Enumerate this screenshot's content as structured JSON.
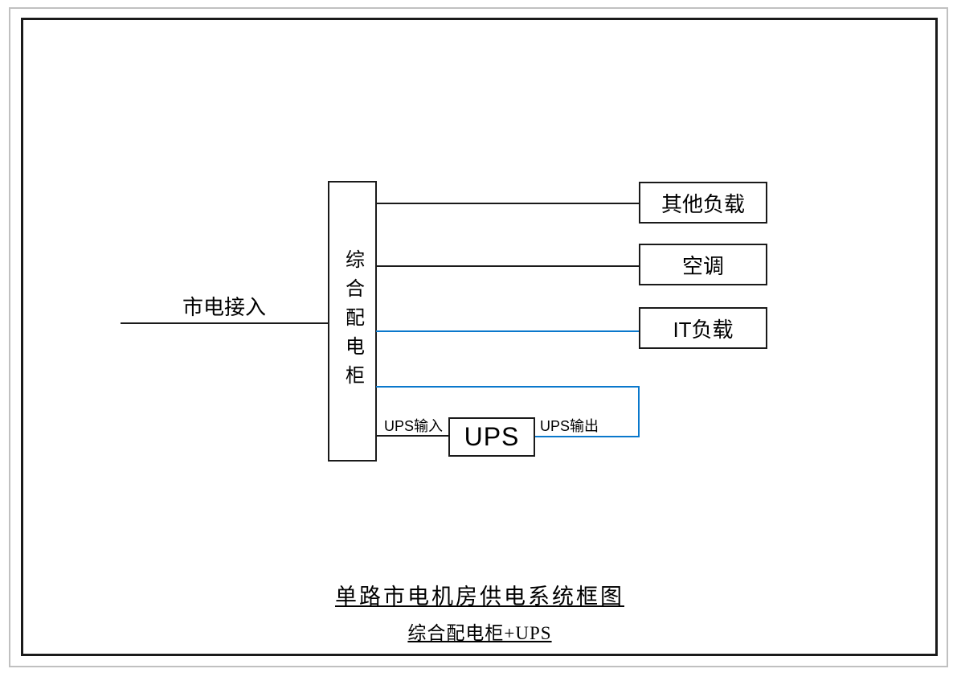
{
  "diagram": {
    "mains_label": "市电接入",
    "cabinet_label": "综合配电柜",
    "loads": [
      {
        "label": "其他负载"
      },
      {
        "label": "空调"
      },
      {
        "label": "IT负载"
      }
    ],
    "ups": {
      "label": "UPS",
      "input_label": "UPS输入",
      "output_label": "UPS输出"
    },
    "titles": {
      "line1": "单路市电机房供电系统框图",
      "line2": "综合配电柜+UPS"
    },
    "colors": {
      "connector_black": "#1a1a1a",
      "connector_blue": "#0a78cc",
      "outer_frame_gray": "#c0c0c0"
    }
  }
}
